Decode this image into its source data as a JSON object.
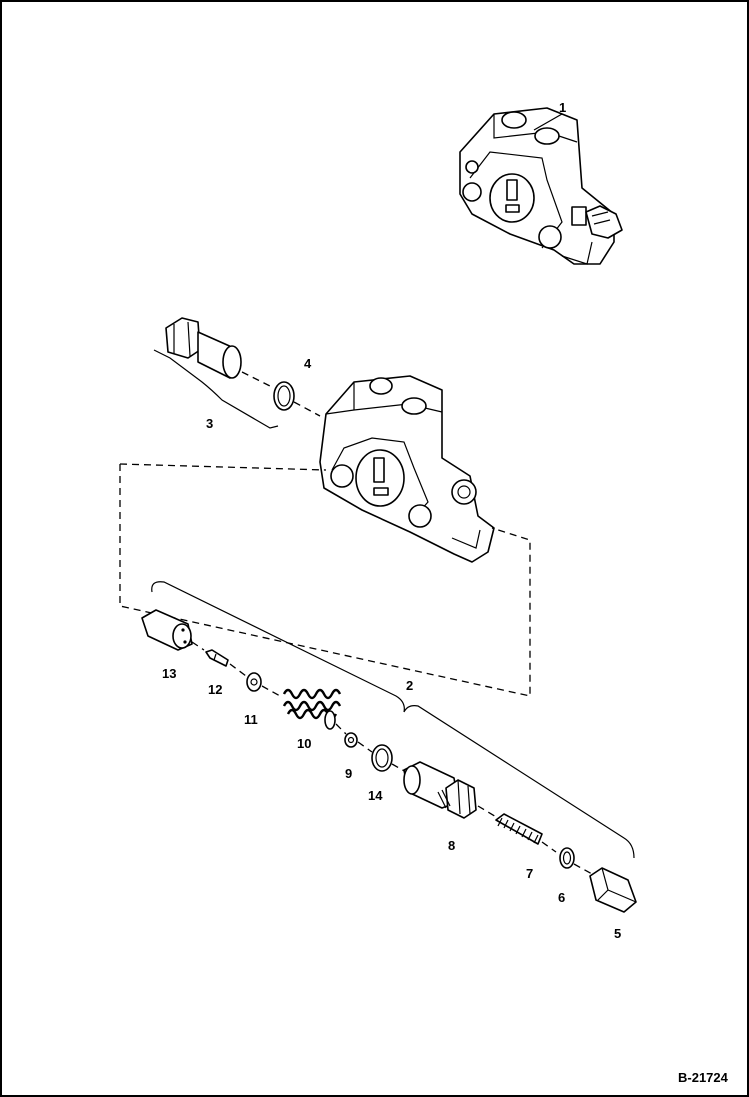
{
  "diagram": {
    "reference": "B-21724",
    "callouts": {
      "p1": "1",
      "p2": "2",
      "p3": "3",
      "p4": "4",
      "p5": "5",
      "p6": "6",
      "p7": "7",
      "p8": "8",
      "p9": "9",
      "p10": "10",
      "p11": "11",
      "p12": "12",
      "p13": "13",
      "p14": "14"
    }
  }
}
